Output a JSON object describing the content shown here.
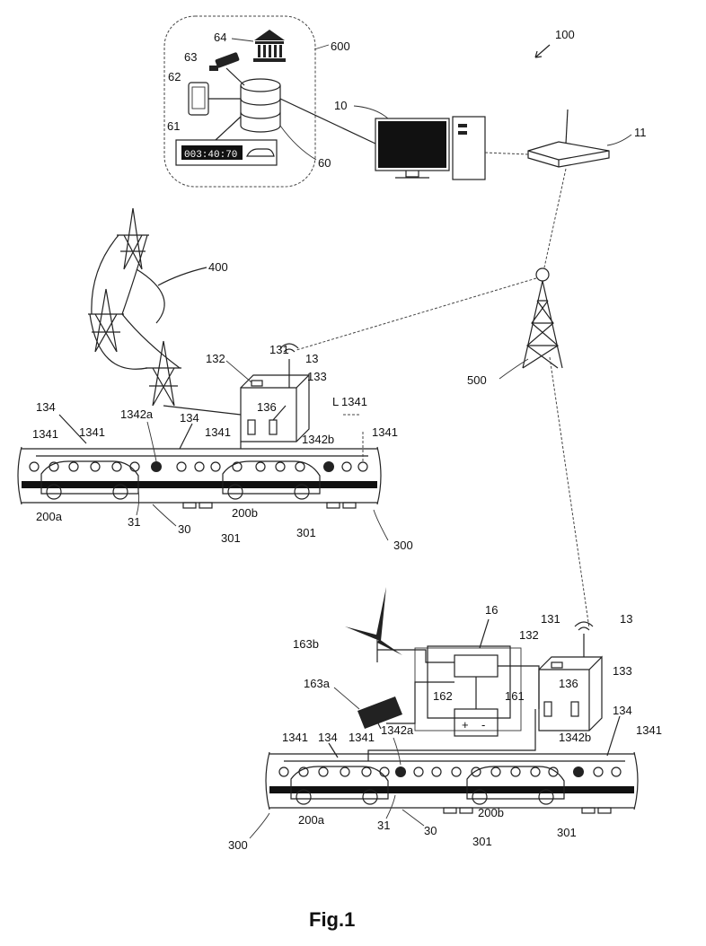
{
  "figure": {
    "caption": "Fig.1",
    "labels": {
      "system": "100",
      "server": "10",
      "router": "11",
      "station": "13",
      "antenna": "131",
      "panel": "132",
      "housing": "133",
      "strip": "134",
      "unit": "136",
      "light_1341": "1341",
      "light_1342a": "1342a",
      "light_1342b": "1342b",
      "len": "L",
      "local_energy": "16",
      "battery": "162",
      "converter": "161",
      "solar": "163a",
      "wind": "163b",
      "road": "30",
      "lane": "31",
      "segment": "300",
      "sensor": "301",
      "car_a": "200a",
      "car_b": "200b",
      "grid": "400",
      "tower": "500",
      "cloud": "600",
      "database": "60",
      "parking": "61",
      "phone": "62",
      "camera": "63",
      "bank": "64",
      "display_text": "003:40:70",
      "battery_plus": "+",
      "battery_minus": "-"
    }
  }
}
